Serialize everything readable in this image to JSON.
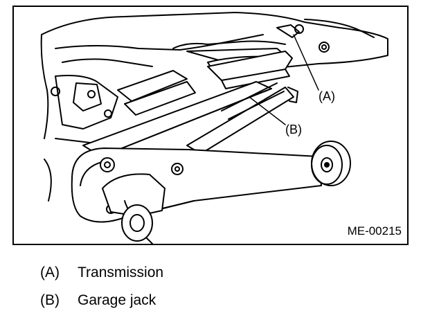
{
  "figure": {
    "id_label": "ME-00215",
    "callouts": [
      {
        "key": "(A)",
        "target": "Transmission"
      },
      {
        "key": "(B)",
        "target": "Garage jack"
      }
    ]
  },
  "legend": [
    {
      "key": "(A)",
      "text": "Transmission"
    },
    {
      "key": "(B)",
      "text": "Garage jack"
    }
  ]
}
